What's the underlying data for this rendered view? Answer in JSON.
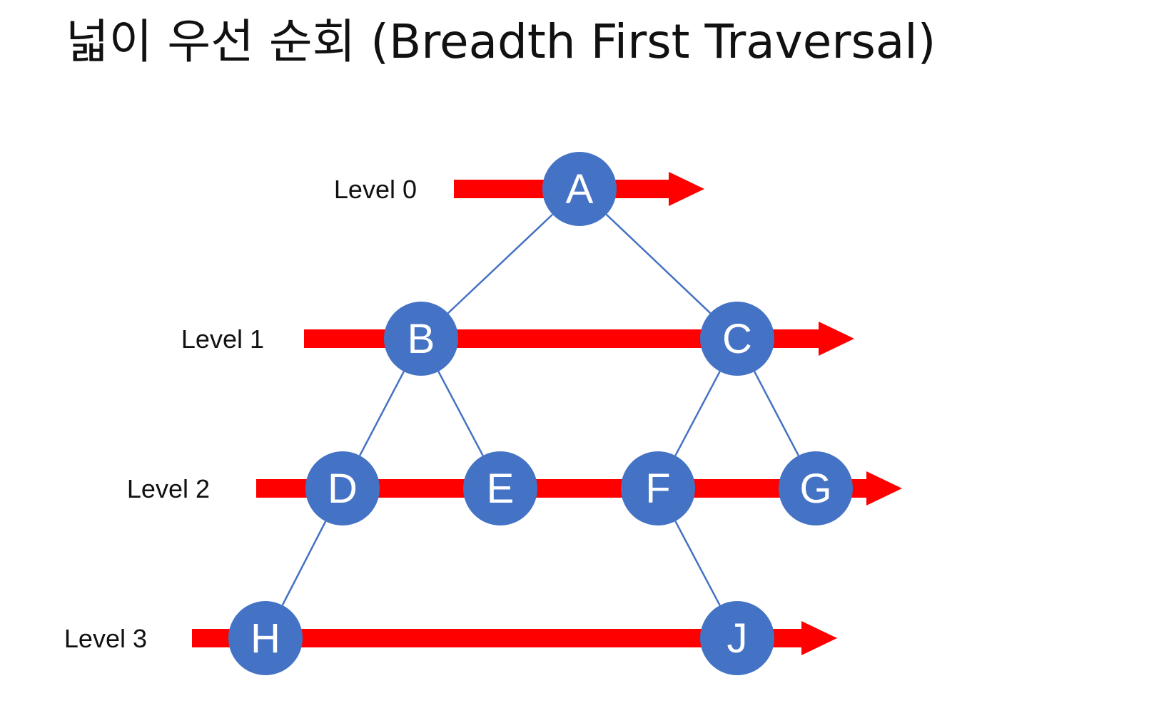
{
  "title": "넓이 우선 순회 (Breadth First Traversal)",
  "colors": {
    "node_fill": "#4472C4",
    "node_text": "#FFFFFF",
    "arrow": "#FF0000",
    "edge": "#4472C4",
    "label_text": "#111111"
  },
  "levels": [
    {
      "label": "Level 0",
      "nodes": [
        "A"
      ]
    },
    {
      "label": "Level 1",
      "nodes": [
        "B",
        "C"
      ]
    },
    {
      "label": "Level 2",
      "nodes": [
        "D",
        "E",
        "F",
        "G"
      ]
    },
    {
      "label": "Level 3",
      "nodes": [
        "H",
        "J"
      ]
    }
  ],
  "edges": [
    [
      "A",
      "B"
    ],
    [
      "A",
      "C"
    ],
    [
      "B",
      "D"
    ],
    [
      "B",
      "E"
    ],
    [
      "C",
      "F"
    ],
    [
      "C",
      "G"
    ],
    [
      "D",
      "H"
    ],
    [
      "F",
      "J"
    ]
  ]
}
